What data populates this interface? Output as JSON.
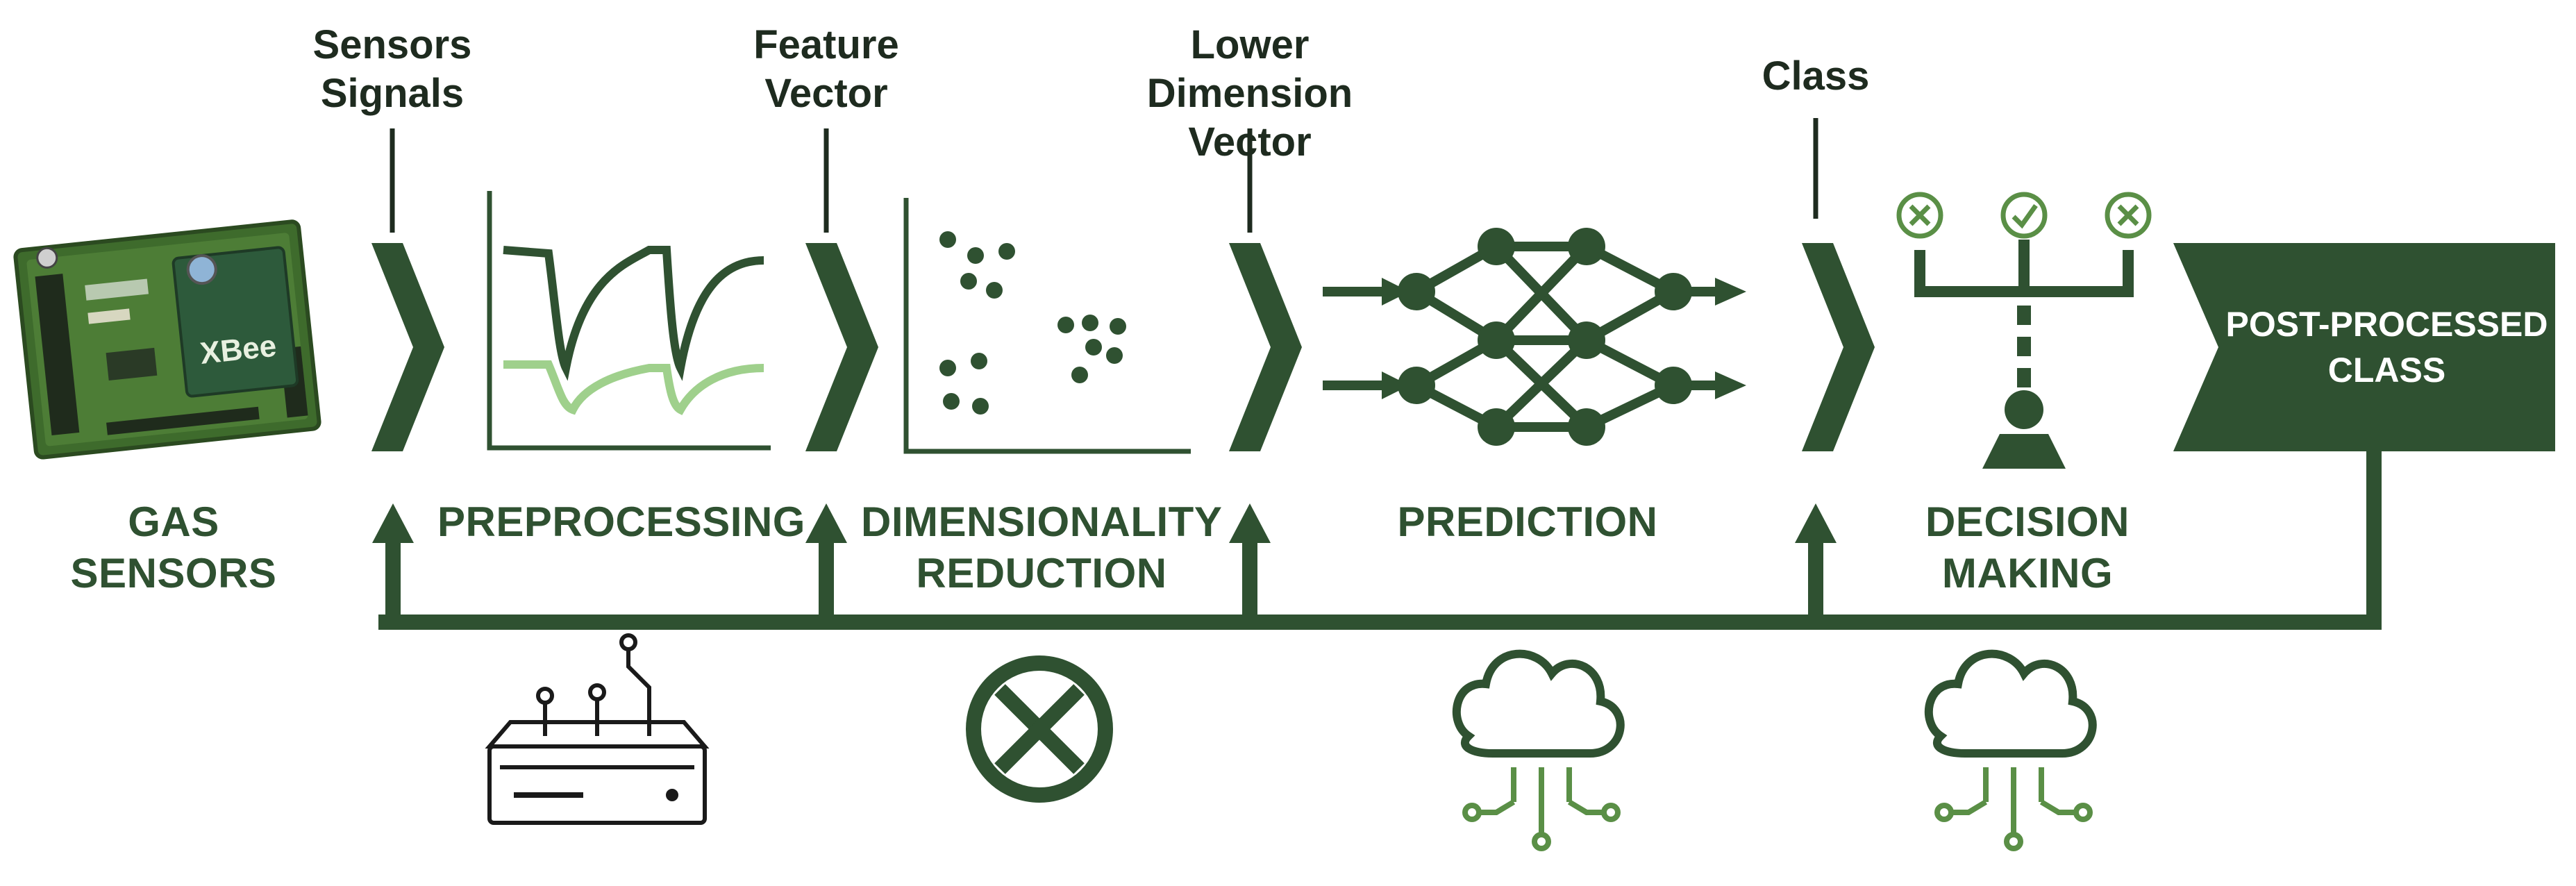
{
  "top_labels": [
    {
      "line1": "Sensors",
      "line2": "Signals"
    },
    {
      "line1": "Feature",
      "line2": "Vector"
    },
    {
      "line1": "Lower Dimension",
      "line2": "Vector"
    },
    {
      "line1": "Class",
      "line2": ""
    }
  ],
  "stages": [
    {
      "line1": "GAS SENSORS",
      "line2": ""
    },
    {
      "line1": "PREPROCESSING",
      "line2": ""
    },
    {
      "line1": "DIMENSIONALITY",
      "line2": "REDUCTION"
    },
    {
      "line1": "PREDICTION",
      "line2": ""
    },
    {
      "line1": "DECISION",
      "line2": "MAKING"
    }
  ],
  "output_box": {
    "line1": "POST-PROCESSED",
    "line2": "CLASS"
  },
  "board_text": "XBee",
  "icons": {
    "sensor_board": "gas-sensor-board-photo",
    "preprocessing": "signal-curves-chart-icon",
    "dimensionality": "scatter-clusters-icon",
    "prediction": "neural-network-icon",
    "decision": "decision-scale-icon",
    "edge_device": "edge-device-icon",
    "no_compute": "cross-circle-icon",
    "cloud_prediction": "cloud-computing-icon",
    "cloud_decision": "cloud-computing-icon"
  },
  "colors": {
    "dark_green": "#2f5131",
    "light_green": "#9fd08c",
    "cloud_accent": "#5a8f46",
    "board_green": "#3e6b2c"
  }
}
